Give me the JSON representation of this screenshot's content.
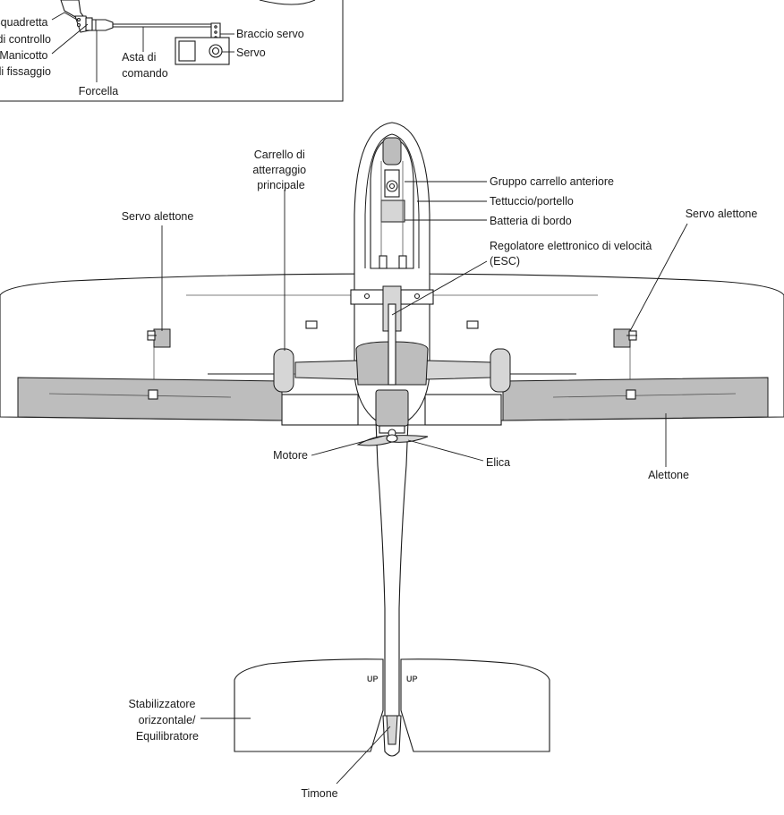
{
  "inset": {
    "labels": {
      "control_horn": [
        "Squadretta",
        "di controllo"
      ],
      "retaining_sleeve": [
        "Manicotto",
        "di fissaggio"
      ],
      "clevis": "Forcella",
      "pushrod": [
        "Asta di",
        "comando"
      ],
      "servo_arm": "Braccio servo",
      "servo": "Servo"
    }
  },
  "airplane": {
    "labels": {
      "main_gear": [
        "Carrello di",
        "atterraggio",
        "principale"
      ],
      "aileron_servo_left": "Servo alettone",
      "aileron_servo_right": "Servo alettone",
      "nose_gear": "Gruppo carrello anteriore",
      "canopy_hatch": "Tettuccio/portello",
      "battery": "Batteria di bordo",
      "esc": [
        "Regolatore elettronico di velocità",
        "(ESC)"
      ],
      "motor": "Motore",
      "propeller": "Elica",
      "aileron": "Alettone",
      "stabilizer": [
        "Stabilizzatore",
        "orizzontale/",
        "Equilibratore"
      ],
      "rudder": "Timone",
      "up_mark_left": "UP",
      "up_mark_right": "UP"
    }
  },
  "colors": {
    "line": "#1a1a1a",
    "shaded_part": "#bdbdbd",
    "background": "#ffffff"
  }
}
